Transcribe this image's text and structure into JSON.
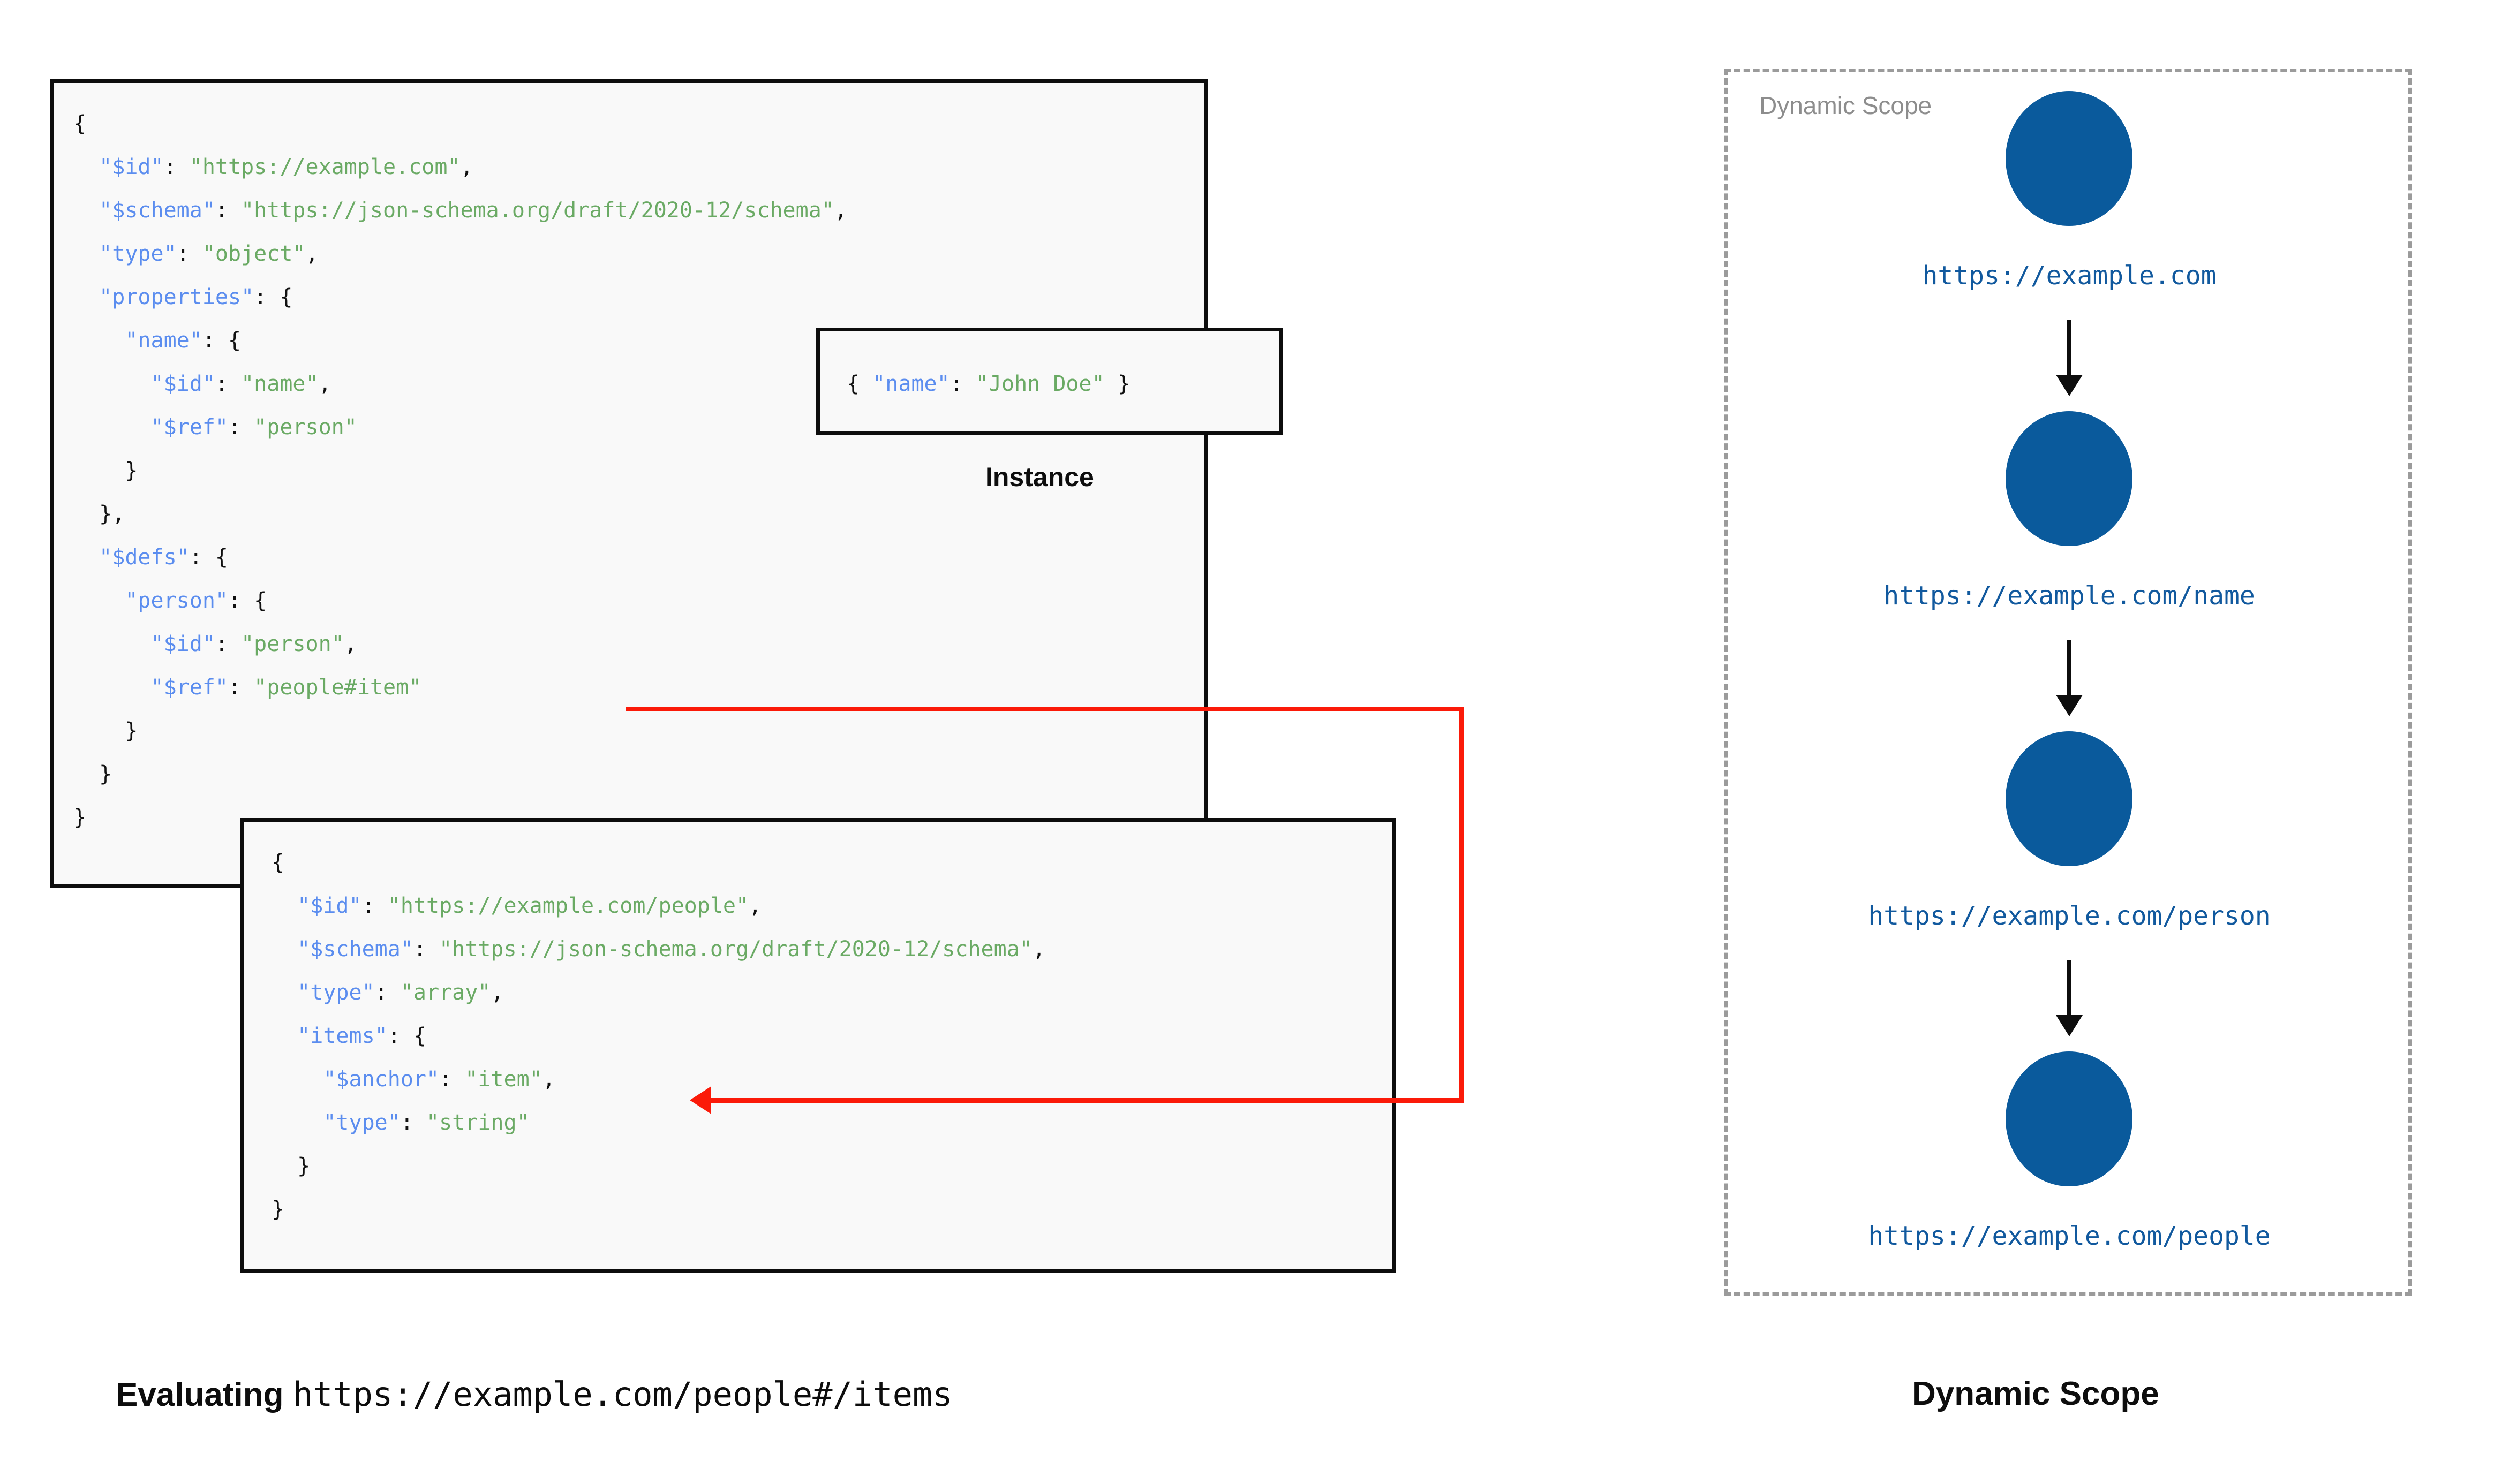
{
  "schema_box": {
    "lines": [
      [
        {
          "t": "{",
          "c": "p"
        }
      ],
      [
        {
          "t": "  ",
          "c": "p"
        },
        {
          "t": "\"$id\"",
          "c": "k"
        },
        {
          "t": ": ",
          "c": "p"
        },
        {
          "t": "\"https://example.com\"",
          "c": "s"
        },
        {
          "t": ",",
          "c": "p"
        }
      ],
      [
        {
          "t": "  ",
          "c": "p"
        },
        {
          "t": "\"$schema\"",
          "c": "k"
        },
        {
          "t": ": ",
          "c": "p"
        },
        {
          "t": "\"https://json-schema.org/draft/2020-12/schema\"",
          "c": "s"
        },
        {
          "t": ",",
          "c": "p"
        }
      ],
      [
        {
          "t": "  ",
          "c": "p"
        },
        {
          "t": "\"type\"",
          "c": "k"
        },
        {
          "t": ": ",
          "c": "p"
        },
        {
          "t": "\"object\"",
          "c": "s"
        },
        {
          "t": ",",
          "c": "p"
        }
      ],
      [
        {
          "t": "  ",
          "c": "p"
        },
        {
          "t": "\"properties\"",
          "c": "k"
        },
        {
          "t": ": {",
          "c": "p"
        }
      ],
      [
        {
          "t": "    ",
          "c": "p"
        },
        {
          "t": "\"name\"",
          "c": "k"
        },
        {
          "t": ": {",
          "c": "p"
        }
      ],
      [
        {
          "t": "      ",
          "c": "p"
        },
        {
          "t": "\"$id\"",
          "c": "k"
        },
        {
          "t": ": ",
          "c": "p"
        },
        {
          "t": "\"name\"",
          "c": "s"
        },
        {
          "t": ",",
          "c": "p"
        }
      ],
      [
        {
          "t": "      ",
          "c": "p"
        },
        {
          "t": "\"$ref\"",
          "c": "k"
        },
        {
          "t": ": ",
          "c": "p"
        },
        {
          "t": "\"person\"",
          "c": "s"
        }
      ],
      [
        {
          "t": "    }",
          "c": "p"
        }
      ],
      [
        {
          "t": "  },",
          "c": "p"
        }
      ],
      [
        {
          "t": "  ",
          "c": "p"
        },
        {
          "t": "\"$defs\"",
          "c": "k"
        },
        {
          "t": ": {",
          "c": "p"
        }
      ],
      [
        {
          "t": "    ",
          "c": "p"
        },
        {
          "t": "\"person\"",
          "c": "k"
        },
        {
          "t": ": {",
          "c": "p"
        }
      ],
      [
        {
          "t": "      ",
          "c": "p"
        },
        {
          "t": "\"$id\"",
          "c": "k"
        },
        {
          "t": ": ",
          "c": "p"
        },
        {
          "t": "\"person\"",
          "c": "s"
        },
        {
          "t": ",",
          "c": "p"
        }
      ],
      [
        {
          "t": "      ",
          "c": "p"
        },
        {
          "t": "\"$ref\"",
          "c": "k"
        },
        {
          "t": ": ",
          "c": "p"
        },
        {
          "t": "\"people#item\"",
          "c": "s"
        }
      ],
      [
        {
          "t": "    }",
          "c": "p"
        }
      ],
      [
        {
          "t": "  }",
          "c": "p"
        }
      ],
      [
        {
          "t": "}",
          "c": "p"
        }
      ]
    ]
  },
  "instance_box": {
    "label": "Instance",
    "lines": [
      [
        {
          "t": "{ ",
          "c": "p"
        },
        {
          "t": "\"name\"",
          "c": "k"
        },
        {
          "t": ": ",
          "c": "p"
        },
        {
          "t": "\"John Doe\"",
          "c": "s"
        },
        {
          "t": " }",
          "c": "p"
        }
      ]
    ]
  },
  "people_box": {
    "lines": [
      [
        {
          "t": "{",
          "c": "p"
        }
      ],
      [
        {
          "t": "  ",
          "c": "p"
        },
        {
          "t": "\"$id\"",
          "c": "k"
        },
        {
          "t": ": ",
          "c": "p"
        },
        {
          "t": "\"https://example.com/people\"",
          "c": "s"
        },
        {
          "t": ",",
          "c": "p"
        }
      ],
      [
        {
          "t": "  ",
          "c": "p"
        },
        {
          "t": "\"$schema\"",
          "c": "k"
        },
        {
          "t": ": ",
          "c": "p"
        },
        {
          "t": "\"https://json-schema.org/draft/2020-12/schema\"",
          "c": "s"
        },
        {
          "t": ",",
          "c": "p"
        }
      ],
      [
        {
          "t": "  ",
          "c": "p"
        },
        {
          "t": "\"type\"",
          "c": "k"
        },
        {
          "t": ": ",
          "c": "p"
        },
        {
          "t": "\"array\"",
          "c": "s"
        },
        {
          "t": ",",
          "c": "p"
        }
      ],
      [
        {
          "t": "  ",
          "c": "p"
        },
        {
          "t": "\"items\"",
          "c": "k"
        },
        {
          "t": ": {",
          "c": "p"
        }
      ],
      [
        {
          "t": "    ",
          "c": "p"
        },
        {
          "t": "\"$anchor\"",
          "c": "k"
        },
        {
          "t": ": ",
          "c": "p"
        },
        {
          "t": "\"item\"",
          "c": "s"
        },
        {
          "t": ",",
          "c": "p"
        }
      ],
      [
        {
          "t": "    ",
          "c": "p"
        },
        {
          "t": "\"type\"",
          "c": "k"
        },
        {
          "t": ": ",
          "c": "p"
        },
        {
          "t": "\"string\"",
          "c": "s"
        }
      ],
      [
        {
          "t": "  }",
          "c": "p"
        }
      ],
      [
        {
          "t": "}",
          "c": "p"
        }
      ]
    ]
  },
  "captions": {
    "left_prefix": "Evaluating ",
    "left_uri": "https://example.com/people#/items",
    "right": "Dynamic Scope"
  },
  "dynamic_scope": {
    "title": "Dynamic Scope",
    "nodes": [
      {
        "label": "https://example.com"
      },
      {
        "label": "https://example.com/name"
      },
      {
        "label": "https://example.com/person"
      },
      {
        "label": "https://example.com/people"
      }
    ]
  },
  "colors": {
    "node_fill": "#0a5a9c",
    "node_label": "#11599e",
    "json_key": "#5b8def",
    "json_string": "#6aaa64",
    "json_punct": "#111111",
    "box_border": "#0d0d0d",
    "box_fill": "#f9f9f9",
    "ref_arrow": "#fb1a09",
    "scope_border": "#9b9b9b",
    "scope_title": "#8d8d8d"
  }
}
